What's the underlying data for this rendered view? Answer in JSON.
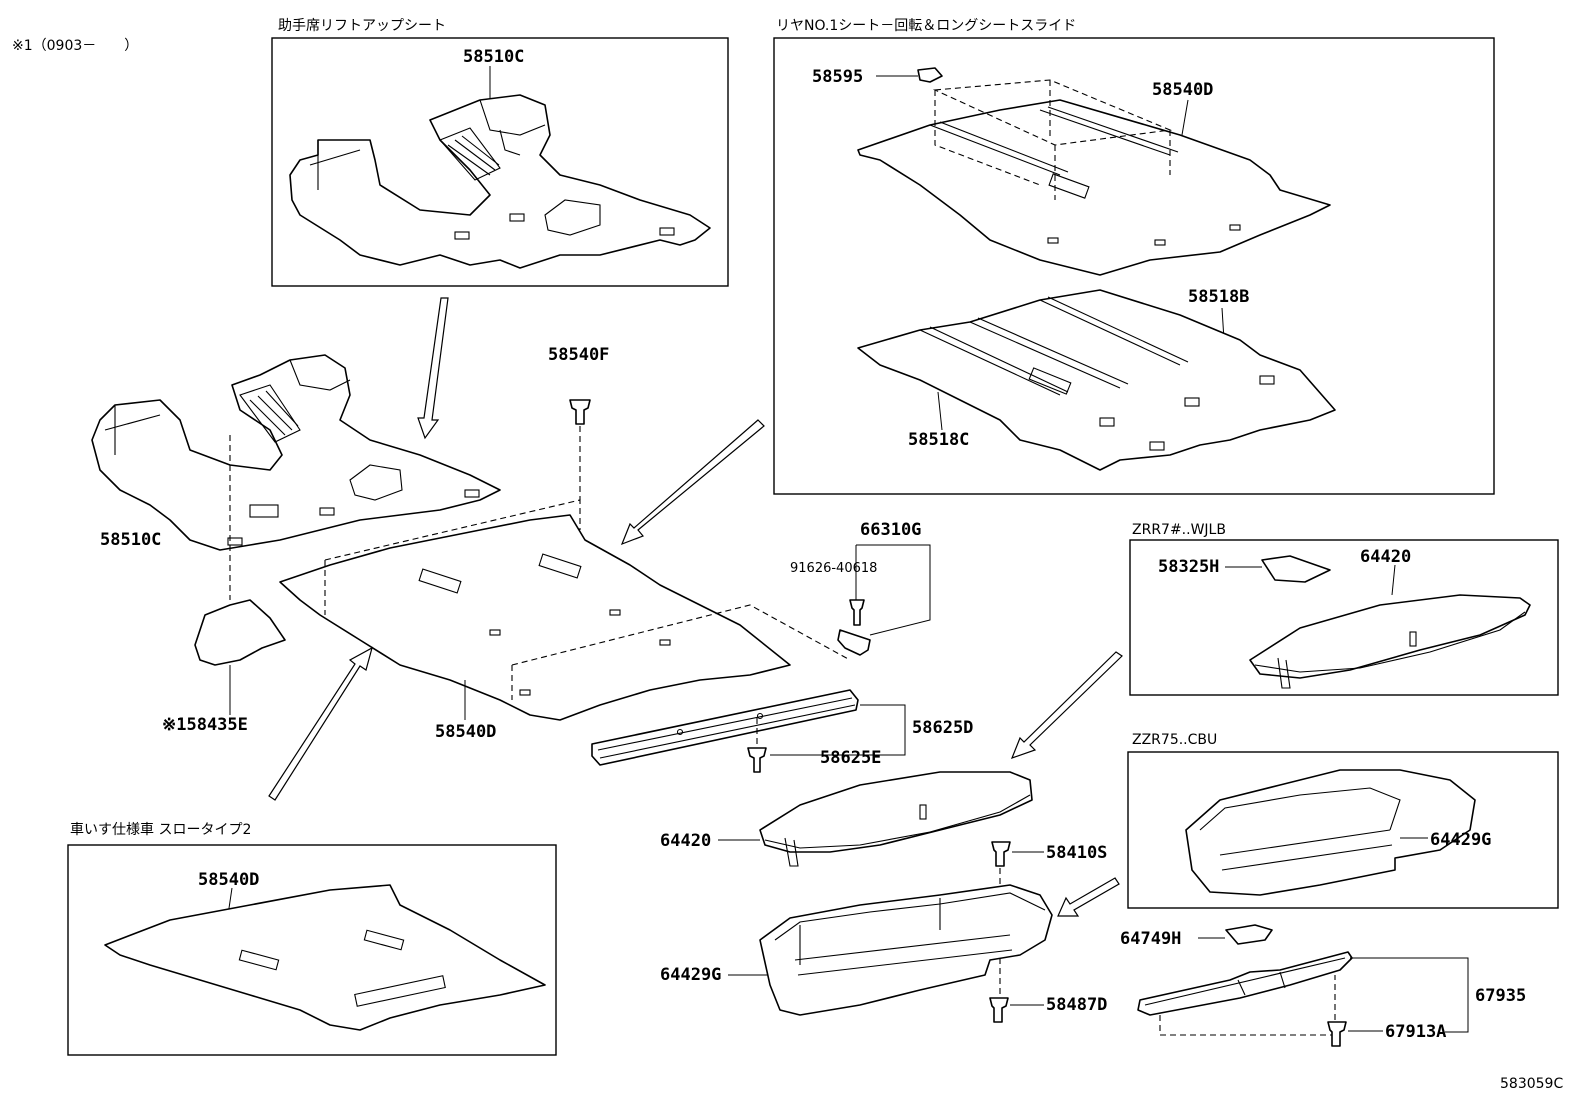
{
  "note": "※1（0903－　　）",
  "captions": {
    "lift_up_seat": "助手席リフトアップシート",
    "rear_seat": "リヤNO.1シート－回転＆ロングシートスライド",
    "wheelchair": "車いす仕様車 スロータイプ2",
    "zrr7": "ZRR7#..WJLB",
    "zzr75": "ZZR75..CBU"
  },
  "part_labels": {
    "p58510C_top": "58510C",
    "p58595": "58595",
    "p58540D_rear": "58540D",
    "p58518B": "58518B",
    "p58518C": "58518C",
    "p58540F": "58540F",
    "p58510C_main": "58510C",
    "p66310G": "66310G",
    "p91626": "91626-40618",
    "p58435E": "※158435E",
    "p58540D_main": "58540D",
    "p58625D": "58625D",
    "p58625E": "58625E",
    "p58325H": "58325H",
    "p64420_box": "64420",
    "p64420_main": "64420",
    "p58410S": "58410S",
    "p64429G_box": "64429G",
    "p64429G_main": "64429G",
    "p64749H": "64749H",
    "p58487D": "58487D",
    "p67935": "67935",
    "p67913A": "67913A",
    "p58540D_wc": "58540D"
  },
  "diagram_id": "583059C"
}
